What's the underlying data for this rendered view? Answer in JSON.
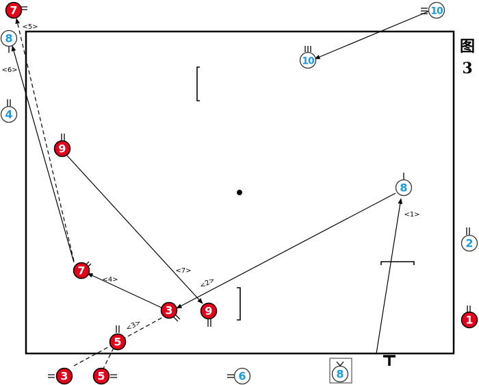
{
  "figure": {
    "label_cn": "图",
    "label_num": "3"
  },
  "colors": {
    "red_team": "#e2001a",
    "blue_team": "#1a9be0",
    "line": "#000000"
  },
  "players": {
    "red": [
      {
        "id": "r7_top",
        "number": "7"
      },
      {
        "id": "r9",
        "number": "9"
      },
      {
        "id": "r7",
        "number": "7"
      },
      {
        "id": "r3",
        "number": "3"
      },
      {
        "id": "r9b",
        "number": "9"
      },
      {
        "id": "r5",
        "number": "5"
      },
      {
        "id": "r3_out",
        "number": "3"
      },
      {
        "id": "r5_out",
        "number": "5"
      },
      {
        "id": "r1",
        "number": "1"
      }
    ],
    "blue": [
      {
        "id": "b8_tl",
        "number": "8"
      },
      {
        "id": "b4",
        "number": "4"
      },
      {
        "id": "b10_top",
        "number": "10"
      },
      {
        "id": "b10",
        "number": "10"
      },
      {
        "id": "b8",
        "number": "8"
      },
      {
        "id": "b2",
        "number": "2"
      },
      {
        "id": "b6",
        "number": "6"
      },
      {
        "id": "b8_box",
        "number": "8"
      }
    ]
  },
  "steps": [
    {
      "id": "s1",
      "label": "<1>"
    },
    {
      "id": "s2",
      "label": "<2>"
    },
    {
      "id": "s3",
      "label": "<3>"
    },
    {
      "id": "s4",
      "label": "<4>"
    },
    {
      "id": "s5",
      "label": "<5>"
    },
    {
      "id": "s6",
      "label": "<6>"
    },
    {
      "id": "s7",
      "label": "<7>"
    }
  ]
}
